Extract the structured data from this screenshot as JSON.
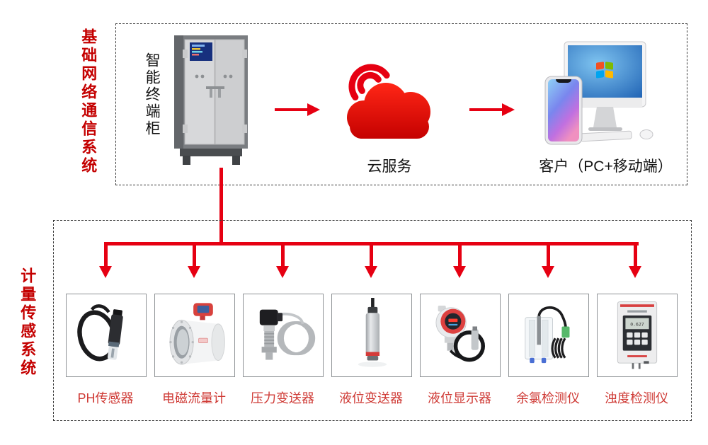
{
  "colors": {
    "arrow_red": "#e60012",
    "section_title_red": "#c40000",
    "product_label_red": "#cf3a35",
    "node_label_black": "#141414",
    "cloud_gradient_top": "#ff2616",
    "cloud_gradient_bottom": "#c30000"
  },
  "top_section": {
    "title_vertical": "基础网络通信系统",
    "cabinet": {
      "label": "智能终端柜",
      "icon": "smart-terminal-cabinet-image"
    },
    "cloud": {
      "label": "云服务",
      "icon": "cloud-wifi-icon"
    },
    "client": {
      "label": "客户（PC+移动端）",
      "icon": "pc-and-phone-image"
    }
  },
  "bottom_section": {
    "title_vertical": "计量传感系统",
    "products": [
      {
        "label": "PH传感器",
        "icon": "ph-sensor-image"
      },
      {
        "label": "电磁流量计",
        "icon": "electromagnetic-flowmeter-image"
      },
      {
        "label": "压力变送器",
        "icon": "pressure-transmitter-image"
      },
      {
        "label": "液位变送器",
        "icon": "level-transmitter-image"
      },
      {
        "label": "液位显示器",
        "icon": "level-display-image"
      },
      {
        "label": "余氯检测仪",
        "icon": "chlorine-detector-image"
      },
      {
        "label": "浊度检测仪",
        "icon": "turbidity-detector-image",
        "screen_value": "0.627"
      }
    ]
  },
  "connections": [
    {
      "from": "智能终端柜",
      "to": "云服务",
      "type": "arrow-right"
    },
    {
      "from": "云服务",
      "to": "客户（PC+移动端）",
      "type": "arrow-right"
    },
    {
      "from": "智能终端柜",
      "to": "计量传感系统",
      "type": "branch-down",
      "branches": 7
    }
  ]
}
